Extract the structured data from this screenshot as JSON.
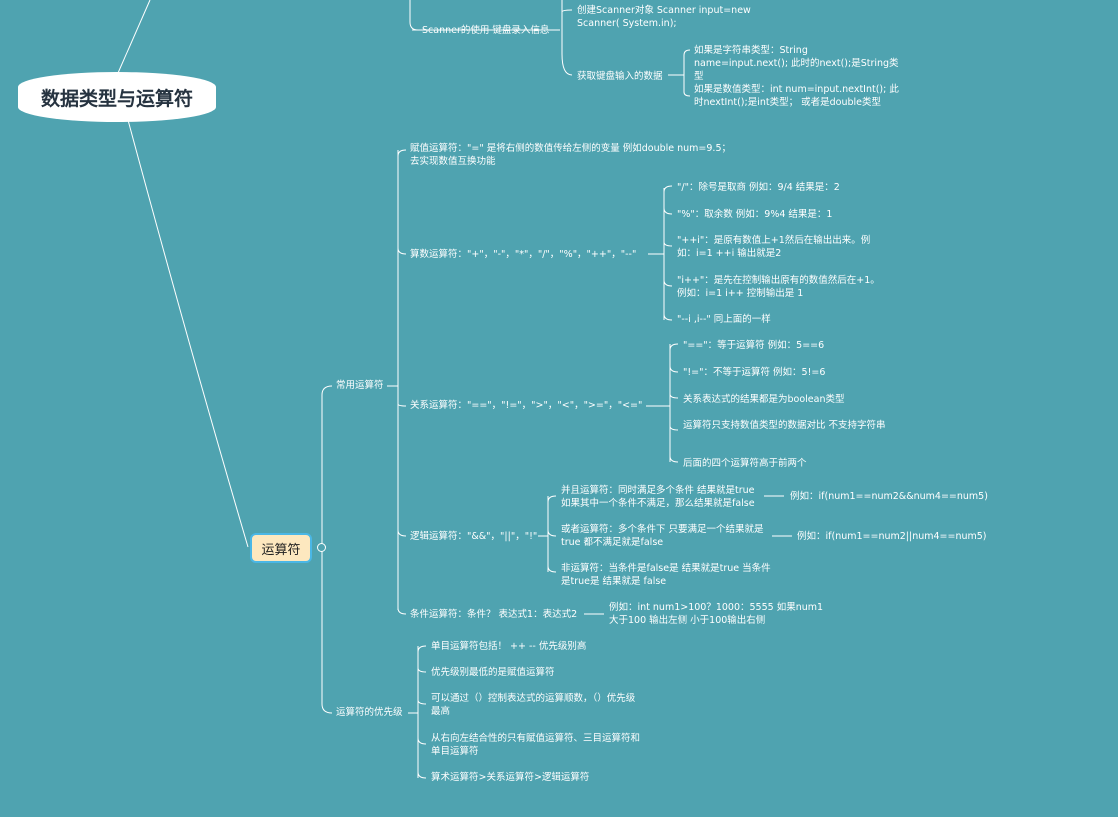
{
  "root_title": "数据类型与运算符",
  "scanner": {
    "label": "Scanner的使用 键盘录入信息",
    "create": "创建Scanner对象 Scanner input=new Scanner( System.in);",
    "get": "获取键盘输入的数据",
    "string_type": "如果是字符串类型：String name=input.next(); 此时的next();是String类型",
    "int_type": "如果是数值类型：int num=input.nextInt(); 此时nextInt();是int类型； 或者是double类型"
  },
  "operator_node": "运算符",
  "common": {
    "label": "常用运算符",
    "assign": "赋值运算符：\"=\" 是将右侧的数值传给左侧的变量 例如double num=9.5；去实现数值互换功能",
    "arith": {
      "label": "算数运算符：\"+\"，\"-\"，\"*\"，\"/\"，\"%\"，\"++\"，\"--\"",
      "items": [
        "\"/\"：除号是取商 例如：9/4 结果是：2",
        "\"%\"：取余数 例如：9%4 结果是：1",
        "\"++i\"：是原有数值上+1然后在输出出来。例如：i=1 ++i 输出就是2",
        "\"i++\"：是先在控制输出原有的数值然后在+1。例如：i=1 i++ 控制输出是 1",
        "\"--i ,i--\" 同上面的一样"
      ]
    },
    "rel": {
      "label": "关系运算符：\"==\"，\"!=\"，\">\"，\"<\"，\">=\"，\"<=\"",
      "items": [
        "\"==\"：等于运算符 例如：5==6",
        "\"!=\"：不等于运算符 例如：5!=6",
        "关系表达式的结果都是为boolean类型",
        "运算符只支持数值类型的数据对比 不支持字符串",
        "后面的四个运算符高于前两个"
      ]
    },
    "logic": {
      "label": "逻辑运算符：\"&&\"，\"||\"，\"!\"",
      "and": "并且运算符：同时满足多个条件 结果就是true 如果其中一个条件不满足，那么结果就是false",
      "and_example": "例如：if(num1==num2&&num4==num5)",
      "or": "或者运算符：多个条件下 只要满足一个结果就是true 都不满足就是false",
      "or_example": "例如：if(num1==num2||num4==num5)",
      "not": "非运算符：当条件是false是 结果就是true 当条件是true是 结果就是 false"
    },
    "cond": {
      "label": "条件运算符：条件？ 表达式1：表达式2",
      "example": "例如：int num1>100？1000：5555 如果num1大于100 输出左侧 小于100输出右侧"
    }
  },
  "priority": {
    "label": "运算符的优先级",
    "items": [
      "单目运算符包括！ ++ -- 优先级别高",
      "优先级别最低的是赋值运算符",
      "可以通过（）控制表达式的运算顺数，（）优先级最高",
      "从右向左结合性的只有赋值运算符、三目运算符和单目运算符",
      "算术运算符>关系运算符>逻辑运算符"
    ]
  }
}
